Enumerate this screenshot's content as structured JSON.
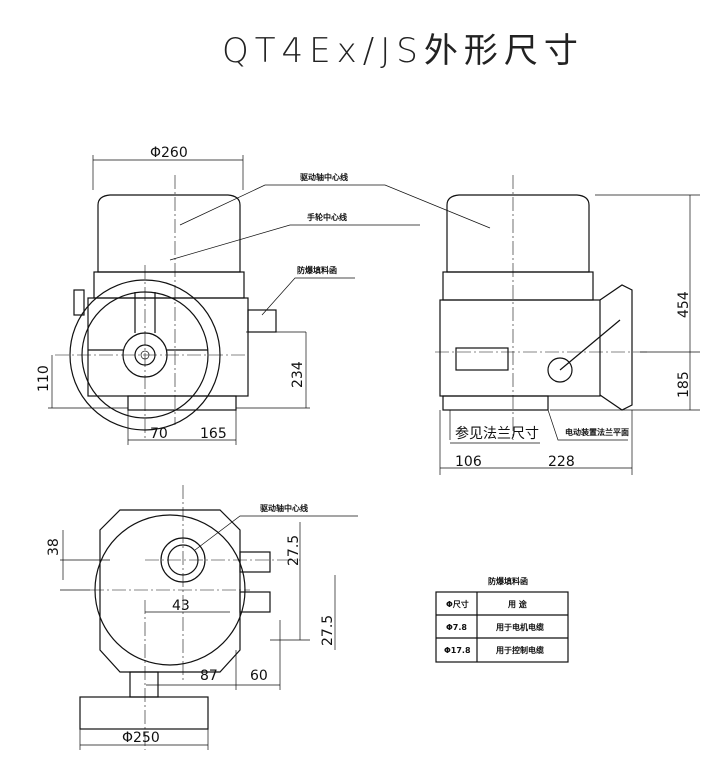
{
  "title": "QT4Ex/JS外形尺寸",
  "labels": {
    "drive_axis": "驱动轴中心线",
    "handwheel_axis": "手轮中心线",
    "gland": "防爆填料函",
    "see_flange": "参见法兰尺寸",
    "flange_plane": "电动装置法兰平面",
    "drive_axis_bottom": "驱动轴中心线"
  },
  "dims": {
    "d260": "Φ260",
    "d110": "110",
    "d234": "234",
    "d70": "70",
    "d165": "165",
    "d454": "454",
    "d185": "185",
    "d106": "106",
    "d228": "228",
    "d38": "38",
    "d27a": "27.5",
    "d43": "43",
    "d27b": "27.5",
    "d87": "87",
    "d60": "60",
    "d250": "Φ250"
  },
  "table": {
    "title": "防爆填料函",
    "headers": [
      "Φ尺寸",
      "用 途"
    ],
    "rows": [
      [
        "Φ7.8",
        "用于电机电缆"
      ],
      [
        "Φ17.8",
        "用于控制电缆"
      ]
    ]
  }
}
